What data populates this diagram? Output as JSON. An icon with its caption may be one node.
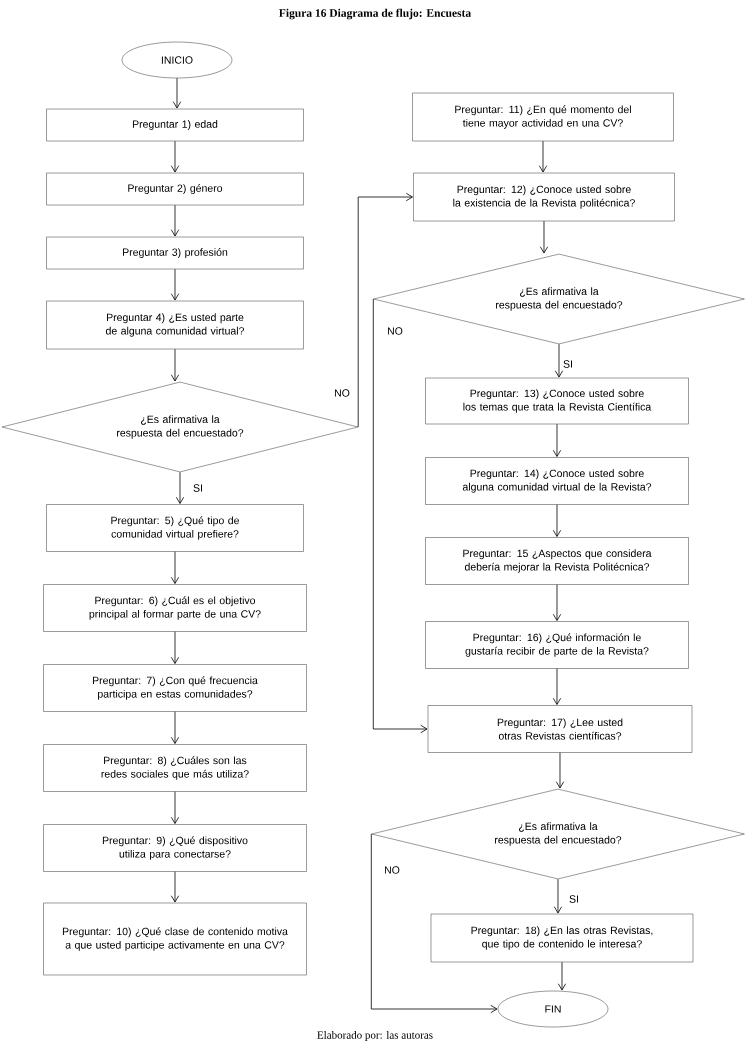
{
  "diagram": {
    "title": "Figura 16 Diagrama de flujo: Encuesta",
    "caption": "Elaborado por: las autoras",
    "nodes": [
      {
        "text": [
          "INICIO"
        ]
      },
      {
        "text": [
          "Preguntar 1) edad"
        ]
      },
      {
        "text": [
          "Preguntar 2) género"
        ]
      },
      {
        "text": [
          "Preguntar 3) profesión"
        ]
      },
      {
        "text": [
          "Preguntar 4) ¿Es usted parte de alguna comunidad virtual?"
        ]
      },
      {
        "text": [
          "¿Es afirmativa la respuesta del encuestado?"
        ]
      },
      {
        "text": [
          "Preguntar: 5) ¿Qué tipo de comunidad virtual prefiere?"
        ]
      },
      {
        "text": [
          "Preguntar: 6) ¿Cuál es el objetivo principal al formar parte de una CV?"
        ]
      },
      {
        "text": [
          "Preguntar: 7) ¿Con qué frecuencia participa en estas comunidades?"
        ]
      },
      {
        "text": [
          "Preguntar: 8) ¿Cuáles son las redes sociales que más utiliza?"
        ]
      },
      {
        "text": [
          "Preguntar: 9) ¿Qué dispositivo utiliza para conectarse?"
        ]
      },
      {
        "text": [
          "Preguntar: 10) ¿Qué clase de contenido motiva a que usted participe activamente en una CV?"
        ]
      },
      {
        "text": [
          "Preguntar: 11) ¿En qué momento del tiene mayor actividad en una CV?"
        ]
      },
      {
        "text": [
          "Preguntar: 12) ¿Conoce usted sobre la existencia de la Revista politécnica?"
        ]
      },
      {
        "text": [
          "¿Es afirmativa la respuesta del encuestado?"
        ]
      },
      {
        "text": [
          "Preguntar: 13) ¿Conoce usted sobre los temas que trata la Revista Científica"
        ]
      },
      {
        "text": [
          "Preguntar: 14) ¿Conoce usted sobre alguna comunidad virtual de la Revista?"
        ]
      },
      {
        "text": [
          "Preguntar: 15 ¿Aspectos que considera debería mejorar la Revista Politécnica?"
        ]
      },
      {
        "text": [
          "Preguntar: 16) ¿Qué información le gustaría recibir de parte de la Revista?"
        ]
      },
      {
        "text": [
          "Preguntar: 17) ¿Lee usted otras Revistas científicas?"
        ]
      },
      {
        "text": [
          "¿Es afirmativa la respuesta del encuestado?"
        ]
      },
      {
        "text": [
          "Preguntar: 18) ¿En las otras Revistas, que tipo de contenido le interesa?"
        ]
      },
      {
        "text": [
          "FIN"
        ]
      }
    ],
    "edges": [
      {
        "from": 0,
        "to": 1,
        "arrow": "to"
      },
      {
        "from": 1,
        "to": 2,
        "arrow": "to"
      },
      {
        "from": 2,
        "to": 3,
        "arrow": "to"
      },
      {
        "from": 3,
        "to": 4,
        "arrow": "to"
      },
      {
        "from": 4,
        "to": 5,
        "arrow": "to"
      },
      {
        "from": 5,
        "to": 6,
        "arrow": "to",
        "label": "SI"
      },
      {
        "from": 5,
        "to": 13,
        "arrow": "to",
        "label": "NO"
      },
      {
        "from": 6,
        "to": 7,
        "arrow": "to"
      },
      {
        "from": 7,
        "to": 8,
        "arrow": "to"
      },
      {
        "from": 8,
        "to": 9,
        "arrow": "to"
      },
      {
        "from": 9,
        "to": 10,
        "arrow": "to"
      },
      {
        "from": 10,
        "to": 11,
        "arrow": "to"
      },
      {
        "from": 12,
        "to": 13,
        "arrow": "to"
      },
      {
        "from": 13,
        "to": 14,
        "arrow": "to"
      },
      {
        "from": 14,
        "to": 15,
        "arrow": "to",
        "label": "SI"
      },
      {
        "from": 14,
        "to": 19,
        "arrow": "to",
        "label": "NO"
      },
      {
        "from": 15,
        "to": 16,
        "arrow": "to"
      },
      {
        "from": 16,
        "to": 17,
        "arrow": "to"
      },
      {
        "from": 17,
        "to": 18,
        "arrow": "to"
      },
      {
        "from": 18,
        "to": 19,
        "arrow": "to"
      },
      {
        "from": 19,
        "to": 20,
        "arrow": "to"
      },
      {
        "from": 20,
        "to": 21,
        "arrow": "to",
        "label": "SI"
      },
      {
        "from": 20,
        "to": 22,
        "arrow": "to",
        "label": "NO"
      },
      {
        "from": 21,
        "to": 22,
        "arrow": "to"
      }
    ]
  }
}
